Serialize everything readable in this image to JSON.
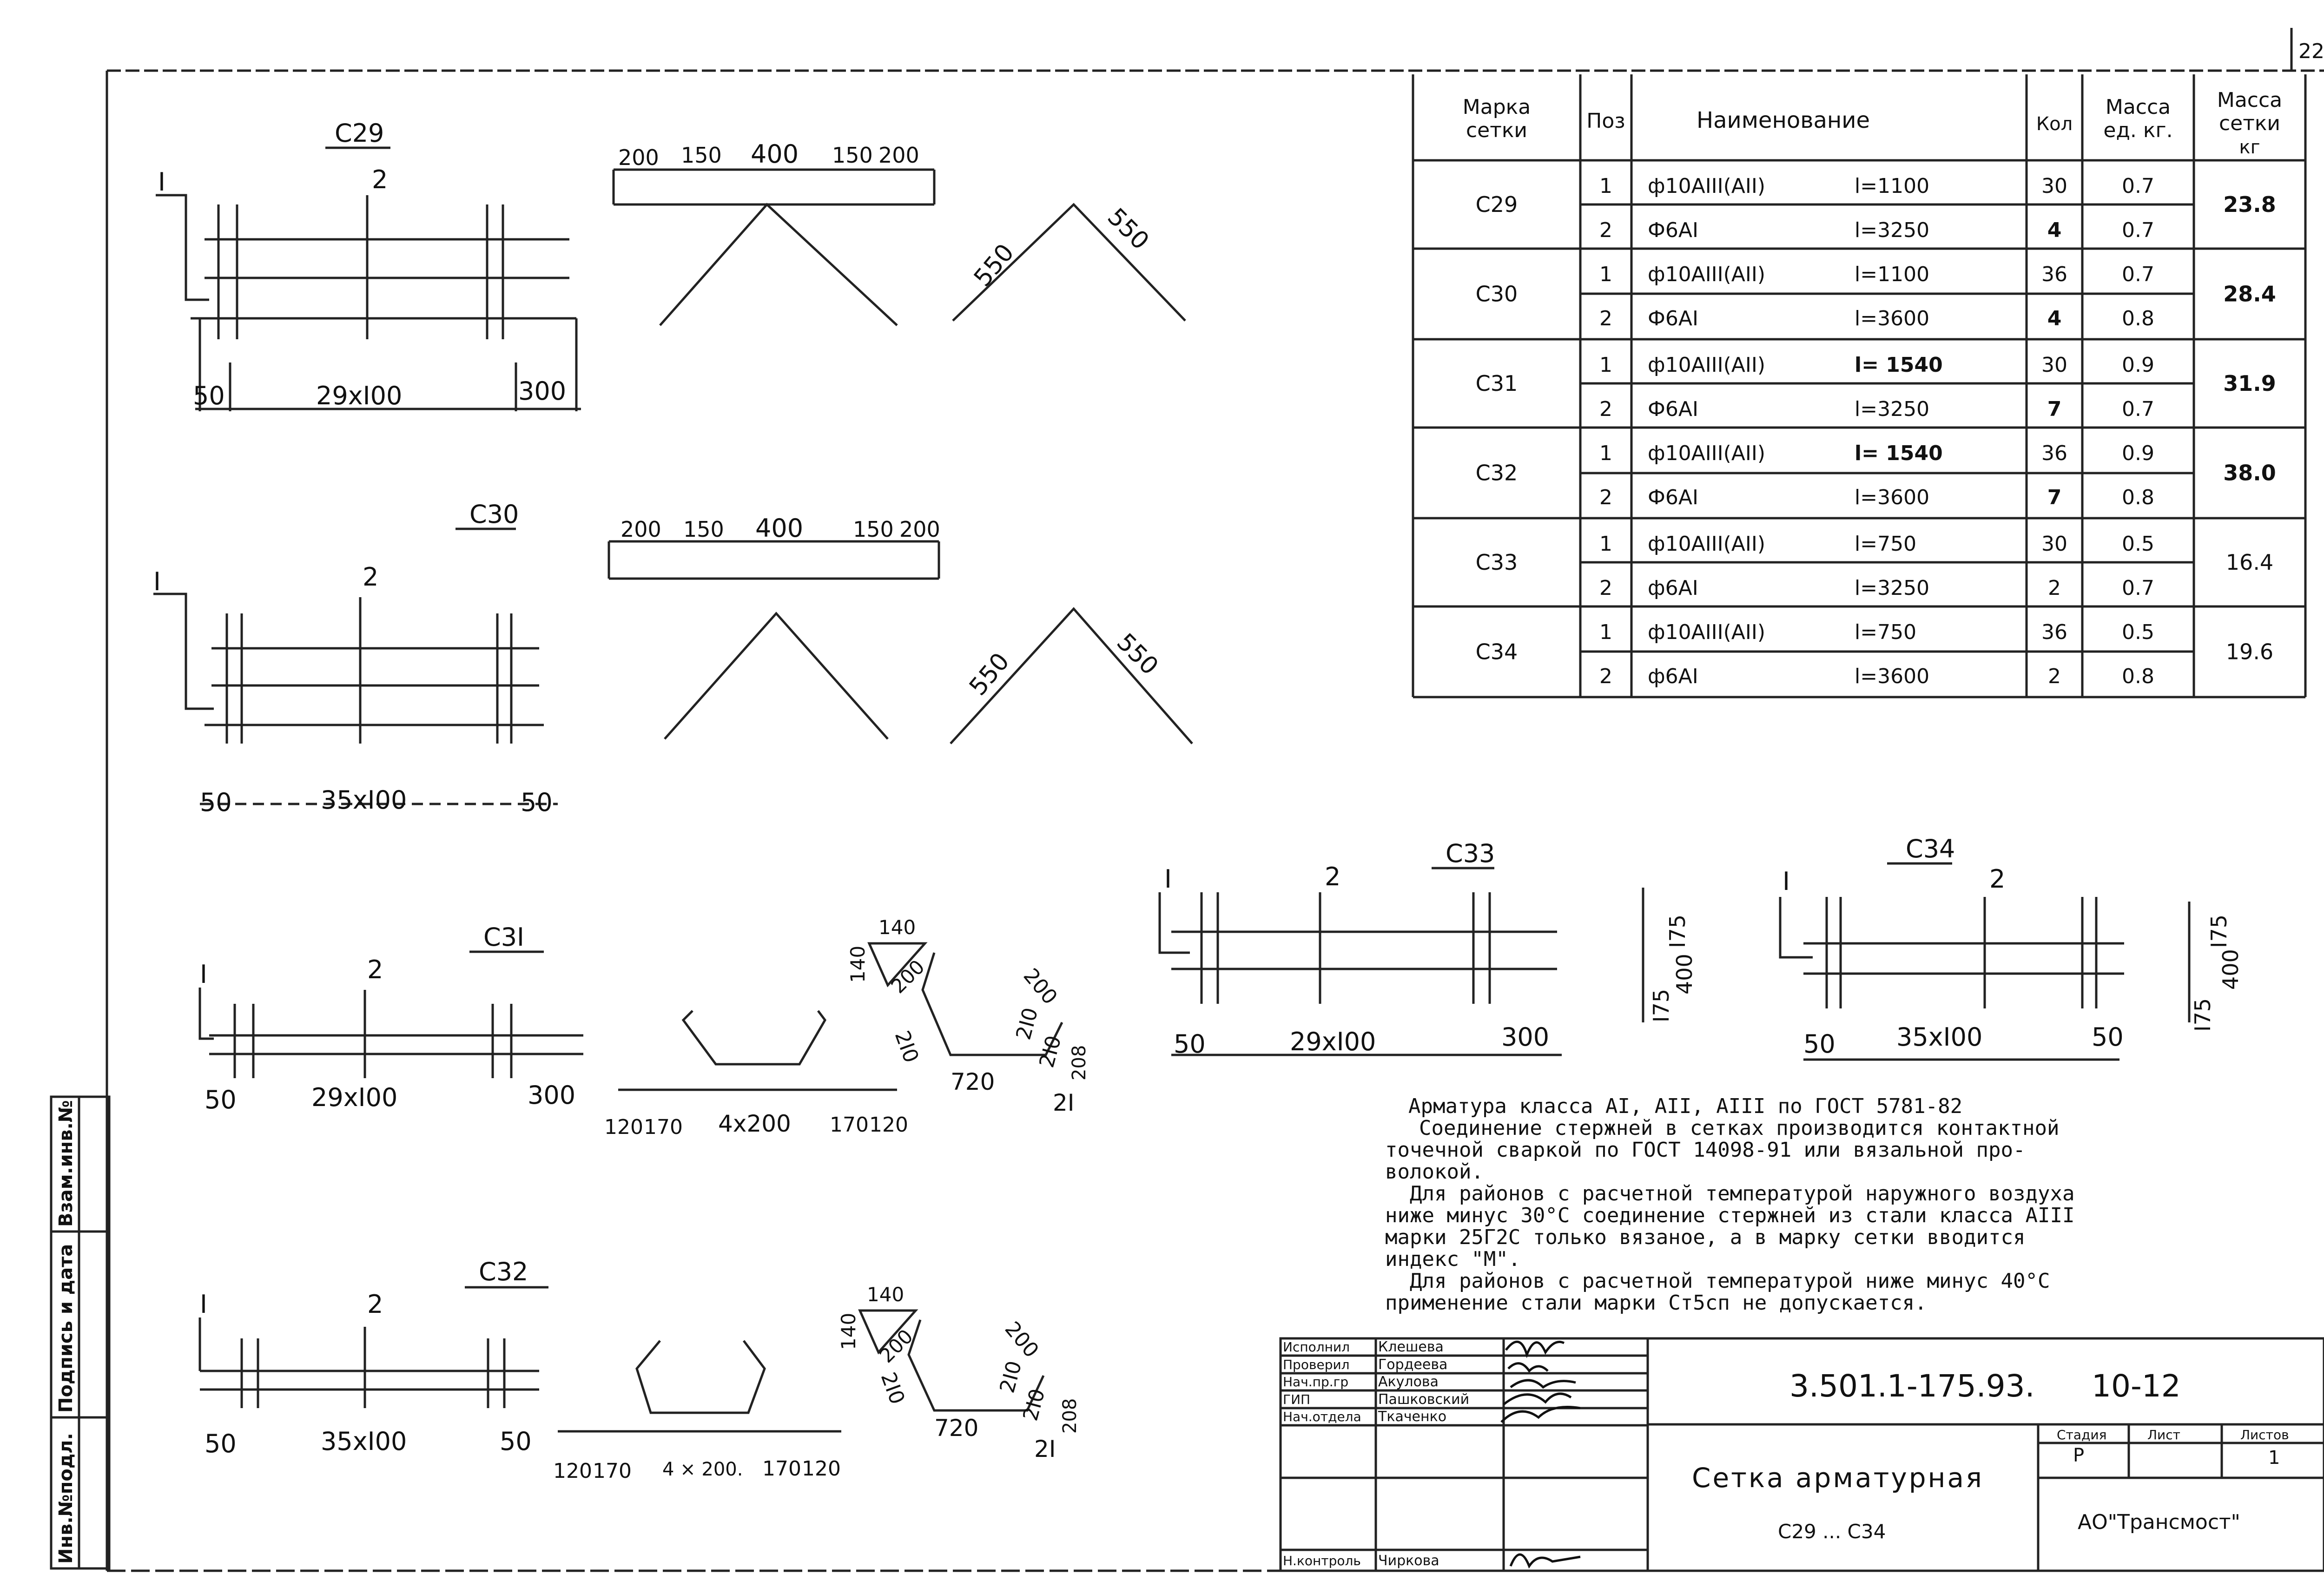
{
  "page_number": "22",
  "spec_table": {
    "headers": {
      "mark": [
        "Марка",
        "сетки"
      ],
      "pos": "Поз",
      "name": "Наименование",
      "qty": "Кол",
      "unit_mass": [
        "Масса",
        "ед. кг."
      ],
      "mesh_mass": [
        "Масса",
        "сетки",
        "кг"
      ]
    },
    "rows": [
      {
        "mark": "C29",
        "items": [
          {
            "pos": "1",
            "name": "ф10АIII(АII)",
            "len": "l=1100",
            "qty": "30",
            "mass": "0.7"
          },
          {
            "pos": "2",
            "name": "Ф6АI",
            "len": "l=3250",
            "qty": "4",
            "mass": "0.7"
          }
        ],
        "total": "23.8"
      },
      {
        "mark": "C30",
        "items": [
          {
            "pos": "1",
            "name": "ф10АIII(АII)",
            "len": "l=1100",
            "qty": "36",
            "mass": "0.7"
          },
          {
            "pos": "2",
            "name": "Ф6АI",
            "len": "l=3600",
            "qty": "4",
            "mass": "0.8"
          }
        ],
        "total": "28.4"
      },
      {
        "mark": "C31",
        "items": [
          {
            "pos": "1",
            "name": "ф10АIII(АII)",
            "len": "l= 1540",
            "qty": "30",
            "mass": "0.9"
          },
          {
            "pos": "2",
            "name": "Ф6АI",
            "len": "l=3250",
            "qty": "7",
            "mass": "0.7"
          }
        ],
        "total": "31.9"
      },
      {
        "mark": "C32",
        "items": [
          {
            "pos": "1",
            "name": "ф10АIII(АII)",
            "len": "l= 1540",
            "qty": "36",
            "mass": "0.9"
          },
          {
            "pos": "2",
            "name": "Ф6АI",
            "len": "l=3600",
            "qty": "7",
            "mass": "0.8"
          }
        ],
        "total": "38.0"
      },
      {
        "mark": "C33",
        "items": [
          {
            "pos": "1",
            "name": "ф10АIII(АII)",
            "len": "l=750",
            "qty": "30",
            "mass": "0.5"
          },
          {
            "pos": "2",
            "name": "ф6АI",
            "len": "l=3250",
            "qty": "2",
            "mass": "0.7"
          }
        ],
        "total": "16.4"
      },
      {
        "mark": "C34",
        "items": [
          {
            "pos": "1",
            "name": "ф10АIII(АII)",
            "len": "l=750",
            "qty": "36",
            "mass": "0.5"
          },
          {
            "pos": "2",
            "name": "ф6АI",
            "len": "l=3600",
            "qty": "2",
            "mass": "0.8"
          }
        ],
        "total": "19.6"
      }
    ]
  },
  "drawings": {
    "c29": {
      "title": "C29",
      "pos1": "I",
      "pos2": "2",
      "dim_left": "50",
      "dim_mid": "29xI00",
      "dim_right": "300",
      "top_dims": [
        "200",
        "150",
        "400",
        "150",
        "200"
      ],
      "tri_left": "550",
      "tri_right": "550"
    },
    "c30": {
      "title": "C30",
      "pos1": "I",
      "pos2": "2",
      "dim_left": "50",
      "dim_mid": "35xI00",
      "dim_right": "50",
      "top_dims": [
        "200",
        "150",
        "400",
        "150",
        "200"
      ],
      "tri_left": "550",
      "tri_right": "550"
    },
    "c31": {
      "title": "C3I",
      "pos1": "I",
      "pos2": "2",
      "dim_left": "50",
      "dim_mid": "29xI00",
      "dim_right": "300",
      "bottom_dims": [
        "120",
        "170",
        "4x200",
        "170",
        "120"
      ],
      "tri_top": "140",
      "tri_side": "140",
      "tri_hyp": "200",
      "bend": [
        "2I0",
        "720",
        "2I0",
        "200",
        "2I0",
        "208",
        "2I"
      ]
    },
    "c32": {
      "title": "C32",
      "pos1": "I",
      "pos2": "2",
      "dim_left": "50",
      "dim_mid": "35xI00",
      "dim_right": "50",
      "bottom_dims": [
        "120",
        "170",
        "4 × 200.",
        "170",
        "120"
      ],
      "tri_top": "140",
      "tri_side": "140",
      "tri_hyp": "200",
      "bend": [
        "2I0",
        "720",
        "2I0",
        "200",
        "2I0",
        "208",
        "2I"
      ]
    },
    "c33": {
      "title": "C33",
      "pos1": "I",
      "pos2": "2",
      "dim_left": "50",
      "dim_mid": "29xI00",
      "dim_right": "300",
      "side": [
        "I75",
        "I75",
        "400"
      ]
    },
    "c34": {
      "title": "C34",
      "pos1": "I",
      "pos2": "2",
      "dim_left": "50",
      "dim_mid": "35xI00",
      "dim_right": "50",
      "side": [
        "I75",
        "I75",
        "400"
      ]
    }
  },
  "notes": [
    "Арматура класса AI, AII, AIII по ГОСТ 5781-82",
    "  Соединение стержней в сетках производится контактной",
    "точечной сваркой по ГОСТ 14098-91 или вязальной про-",
    "волокой.",
    "  Для районов с расчетной температурой наружного воздуха",
    "ниже минус 30°С соединение стержней из стали класса AIII",
    "марки 25Г2С только вязаное, а в марку сетки вводится",
    "индекс \"М\".",
    "  Для районов с расчетной температурой ниже минус 40°С",
    "применение стали марки Ст5сп не допускается."
  ],
  "title_block": {
    "roles": [
      "Исполнил",
      "Проверил",
      "Нач.пр.гр",
      "ГИП",
      "Нач.отдела",
      "",
      "",
      "Н.контроль"
    ],
    "names": [
      "Клешева",
      "Гордеева",
      "Акулова",
      "Пашковский",
      "Ткаченко",
      "",
      "",
      "Чиркова"
    ],
    "doc_code": "3.501.1-175.93.",
    "sheet_code": "10-12",
    "stage_label": "Стадия",
    "sheet_label": "Лист",
    "sheets_label": "Листов",
    "stage": "Р",
    "sheets": "1",
    "title": "Сетка арматурная",
    "subtitle": "С29 ... С34",
    "org": "АО\"Трансмост\""
  },
  "side_stamp": [
    "Инв.№подл.",
    "Подпись и дата",
    "Взам.инв.№"
  ]
}
